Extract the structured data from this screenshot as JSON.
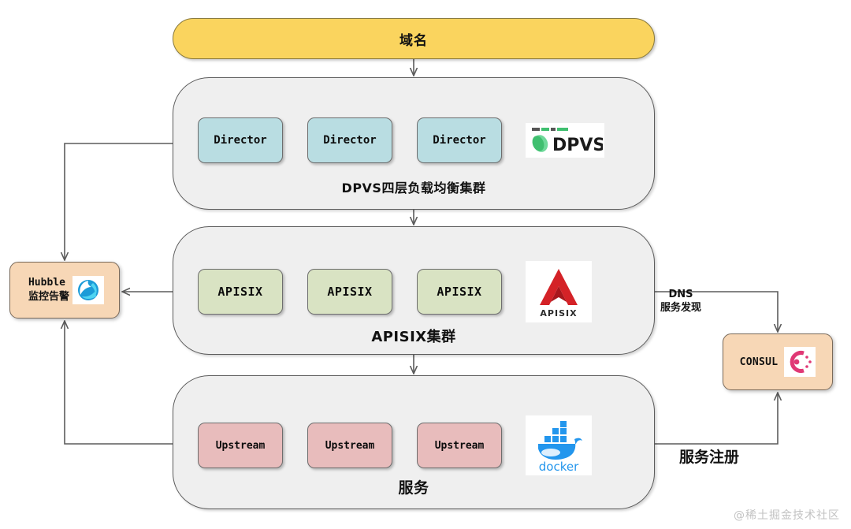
{
  "diagram": {
    "title": "域名",
    "watermark": "@稀土掘金技术社区"
  },
  "domain_bar": {
    "label": "域名"
  },
  "layers": [
    {
      "id": "dpvs",
      "caption": "DPVS四层负载均衡集群",
      "node_label": "Director",
      "nodes": [
        "Director",
        "Director",
        "Director"
      ],
      "node_color": "#b9dde2",
      "logo": "dpvs-logo",
      "logo_text": "DPVS"
    },
    {
      "id": "apisix",
      "caption": "APISIX集群",
      "node_label": "APISIX",
      "nodes": [
        "APISIX",
        "APISIX",
        "APISIX"
      ],
      "node_color": "#d9e3c3",
      "logo": "apisix-logo",
      "logo_text": "APISIX"
    },
    {
      "id": "service",
      "caption": "服务",
      "node_label": "Upstream",
      "nodes": [
        "Upstream",
        "Upstream",
        "Upstream"
      ],
      "node_color": "#e8bcbc",
      "logo": "docker-logo",
      "logo_text": "docker"
    }
  ],
  "side_boxes": {
    "hubble": {
      "line1": "Hubble",
      "line2": "监控告警",
      "logo": "hubble-logo",
      "color": "#f7d7b6"
    },
    "consul": {
      "label": "CONSUL",
      "logo": "consul-logo",
      "color": "#f7d7b6"
    }
  },
  "edge_labels": {
    "dns_discovery_line1": "DNS",
    "dns_discovery_line2": "服务发现",
    "service_register": "服务注册"
  },
  "colors": {
    "domain_bar": "#fad45e",
    "layer_bg": "#efefef",
    "director": "#b9dde2",
    "apisix": "#d9e3c3",
    "upstream": "#e8bcbc",
    "side_box": "#f7d7b6",
    "wire": "#5b5b5b",
    "apisix_red": "#d42227",
    "docker_blue": "#2396ed",
    "consul_pink": "#e03875",
    "dpvs_green": "#3fbf6f",
    "hubble_blue": "#1b9bd8"
  }
}
